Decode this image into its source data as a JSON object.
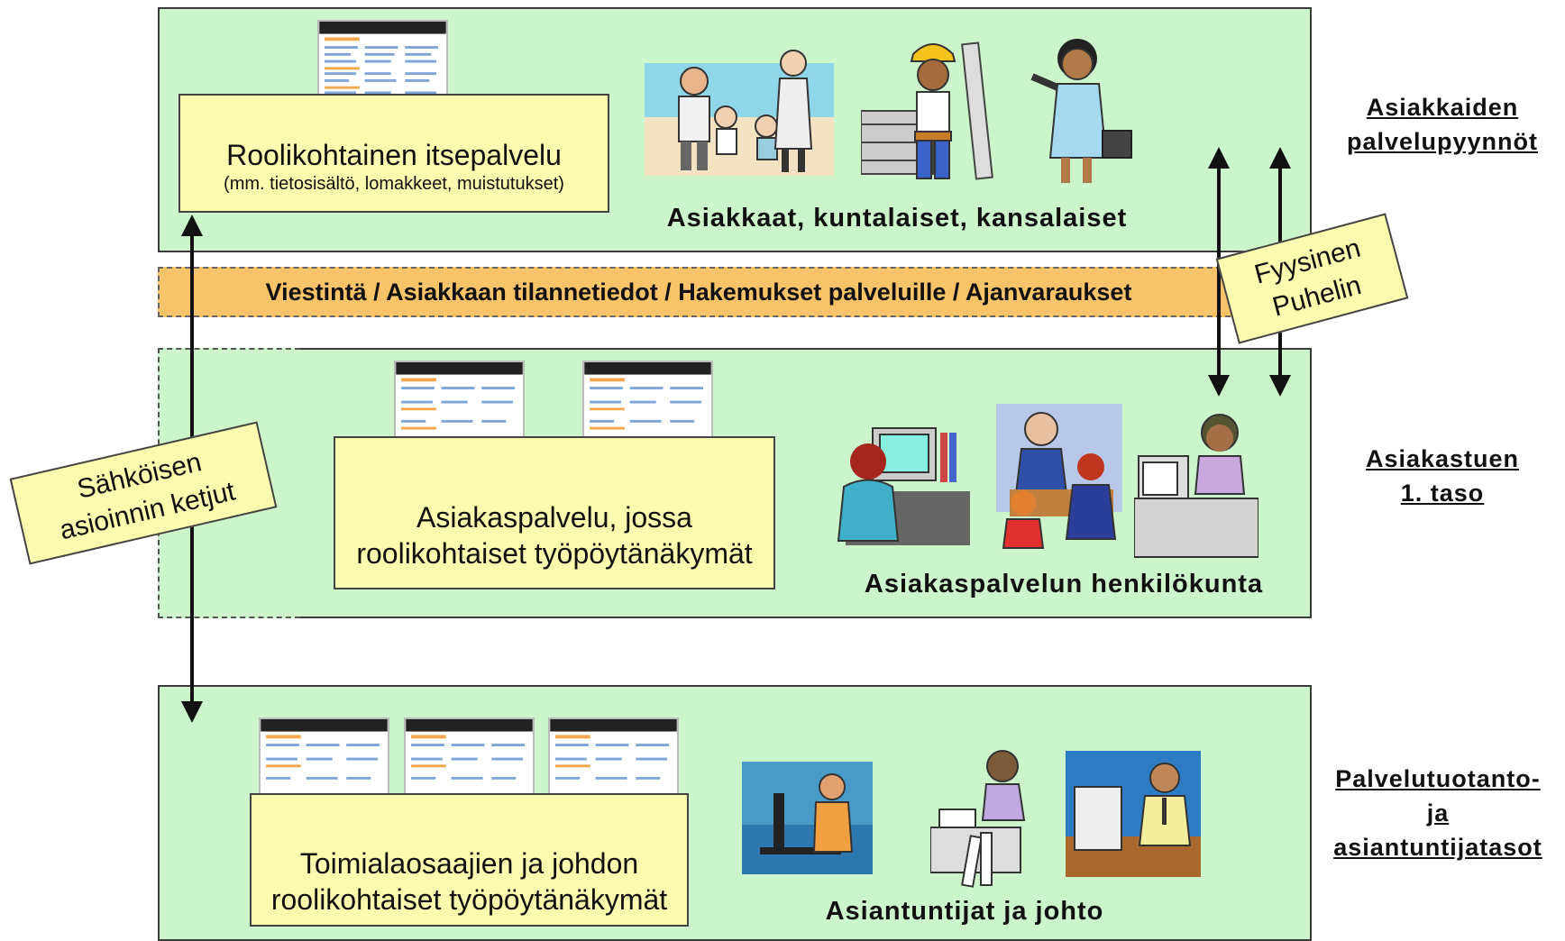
{
  "customers": {
    "selfservice_title": "Roolikohtainen itsepalvelu",
    "selfservice_sub": "(mm. tietosisältö, lomakkeet, muistutukset)",
    "group_label": "Asiakkaat, kuntalaiset, kansalaiset"
  },
  "strip": {
    "text": "Viestintä / Asiakkaan tilannetiedot / Hakemukset palveluille / Ajanvaraukset"
  },
  "physical_phone": {
    "line1": "Fyysinen",
    "line2": "Puhelin"
  },
  "electronic_chains": {
    "line1": "Sähköisen",
    "line2": "asioinnin ketjut"
  },
  "customer_service": {
    "box_line1": "Asiakaspalvelu, jossa",
    "box_line2": "roolikohtaiset työpöytänäkymät",
    "group_label": "Asiakaspalvelun henkilökunta"
  },
  "experts": {
    "box_line1": "Toimialaosaajien ja johdon",
    "box_line2": "roolikohtaiset työpöytänäkymät",
    "group_label": "Asiantuntijat ja johto"
  },
  "side_labels": {
    "top_line1": "Asiakkaiden",
    "top_line2": "palvelupyynnöt",
    "mid_line1": "Asiakastuen",
    "mid_line2": "1. taso",
    "bot_line1": "Palvelutuotanto-",
    "bot_line2": "ja",
    "bot_line3": "asiantuntijatasot"
  },
  "colors": {
    "band": "#ccf5cc",
    "yellow_box": "#fbfbb0",
    "strip": "#f9c36a"
  },
  "icons": {
    "family": "family-clipart-icon",
    "worker": "construction-worker-icon",
    "businesswoman": "businesswoman-icon",
    "office_worker": "office-worker-at-computer-icon",
    "meeting": "meeting-icon",
    "call_center": "call-center-agent-icon",
    "expert_at_desk": "expert-at-desk-icon",
    "manager": "manager-at-computer-icon"
  }
}
